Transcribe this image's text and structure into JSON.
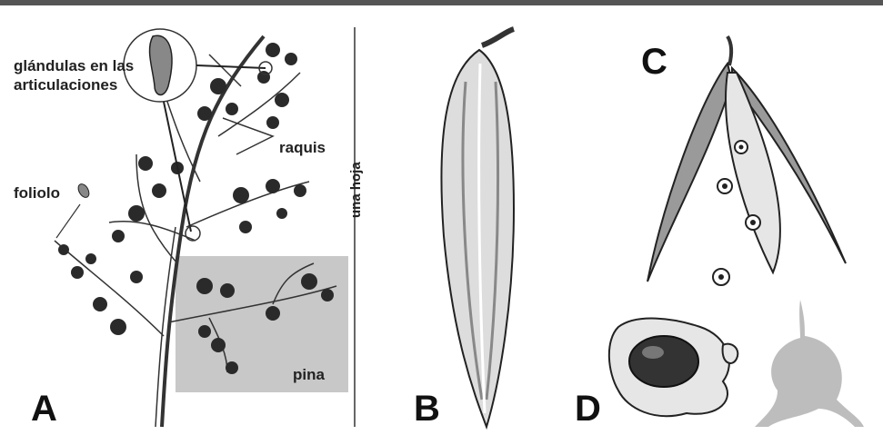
{
  "labels": {
    "glandulas": "glándulas en las articulaciones",
    "raquis": "raquis",
    "foliolo": "foliolo",
    "pina": "pina",
    "una_hoja": "una hoja"
  },
  "panels": {
    "a": "A",
    "b": "B",
    "c": "C",
    "d": "D"
  },
  "colors": {
    "frame": "#555555",
    "pinna_box": "#c8c8c8",
    "pod": "#9a9a9a",
    "seedling": "#bdbdbd"
  }
}
